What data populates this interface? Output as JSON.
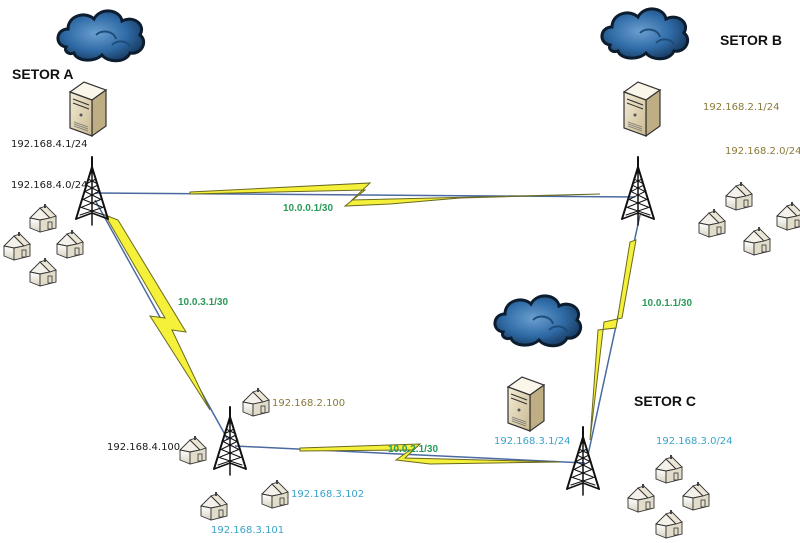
{
  "sectors": {
    "a": {
      "title": "SETOR A",
      "gateway": "192.168.4.1/24",
      "network": "192.168.4.0/24"
    },
    "b": {
      "title": "SETOR B",
      "gateway": "192.168.2.1/24",
      "network": "192.168.2.0/24"
    },
    "c": {
      "title": "SETOR C",
      "gateway": "192.168.3.1/24",
      "network": "192.168.3.0/24"
    }
  },
  "links": {
    "a_b": "10.0.0.1/30",
    "b_c": "10.0.1.1/30",
    "d_c": "10.0.2.1/30",
    "a_d": "10.0.3.1/30"
  },
  "remote_hosts": {
    "host_4": "192.168.4.100",
    "host_2": "192.168.2.100",
    "host_3a": "192.168.3.102",
    "host_3b": "192.168.3.101"
  },
  "colors": {
    "link_yellow": "#f5f03a",
    "link_blue": "#4a6aa0",
    "label_green": "#2a9a5a",
    "label_olive": "#8a7a3a",
    "label_cyan": "#3aa3c8",
    "cloud": "#2f6aa5"
  }
}
